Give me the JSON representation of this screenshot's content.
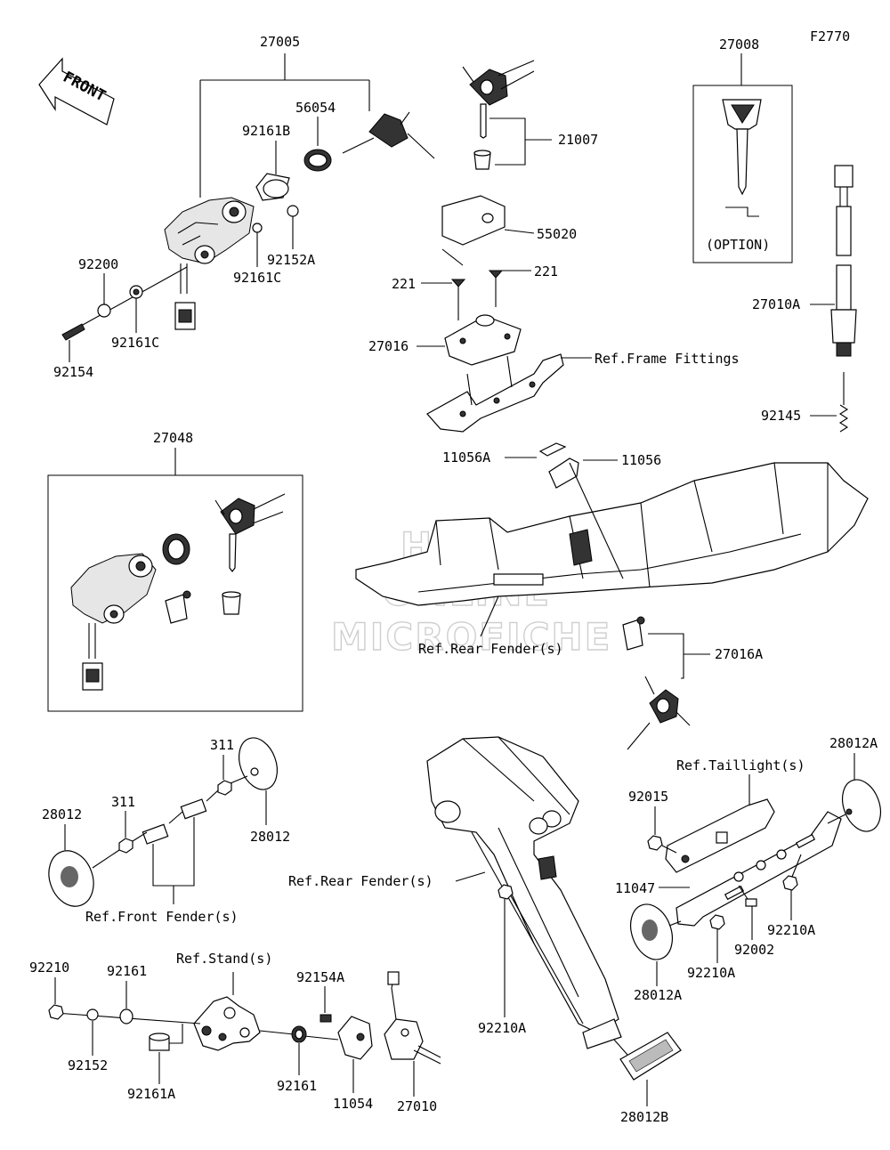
{
  "figure_code": "F2770",
  "front_label": "FRONT",
  "option_label": "(OPTION)",
  "watermark": [
    "HLSM",
    "ONLINE",
    "MICROFICHE"
  ],
  "labels": {
    "p27005": "27005",
    "p56054": "56054",
    "p92161B": "92161B",
    "p92152A": "92152A",
    "p92161C_a": "92161C",
    "p92200": "92200",
    "p92161C_b": "92161C",
    "p92154": "92154",
    "p21007": "21007",
    "p55020": "55020",
    "p221_a": "221",
    "p221_b": "221",
    "p27016": "27016",
    "ref_frame": "Ref.Frame Fittings",
    "p27008": "27008",
    "p27010A": "27010A",
    "p92145": "92145",
    "p27048": "27048",
    "p11056A": "11056A",
    "p11056": "11056",
    "ref_rear_fender_a": "Ref.Rear Fender(s)",
    "p27016A": "27016A",
    "p311_a": "311",
    "p311_b": "311",
    "p28012_a": "28012",
    "p28012_b": "28012",
    "ref_front_fender": "Ref.Front Fender(s)",
    "ref_rear_fender_b": "Ref.Rear Fender(s)",
    "ref_taillight": "Ref.Taillight(s)",
    "p28012A_a": "28012A",
    "p92015": "92015",
    "p11047": "11047",
    "p92210A_a": "92210A",
    "p92002": "92002",
    "p92210A_b": "92210A",
    "p28012A_b": "28012A",
    "p92210": "92210",
    "p92161_a": "92161",
    "ref_stand": "Ref.Stand(s)",
    "p92154A": "92154A",
    "p92152": "92152",
    "p92161A": "92161A",
    "p92161_b": "92161",
    "p11054": "11054",
    "p27010": "27010",
    "p92210A_c": "92210A",
    "p28012B": "28012B"
  }
}
